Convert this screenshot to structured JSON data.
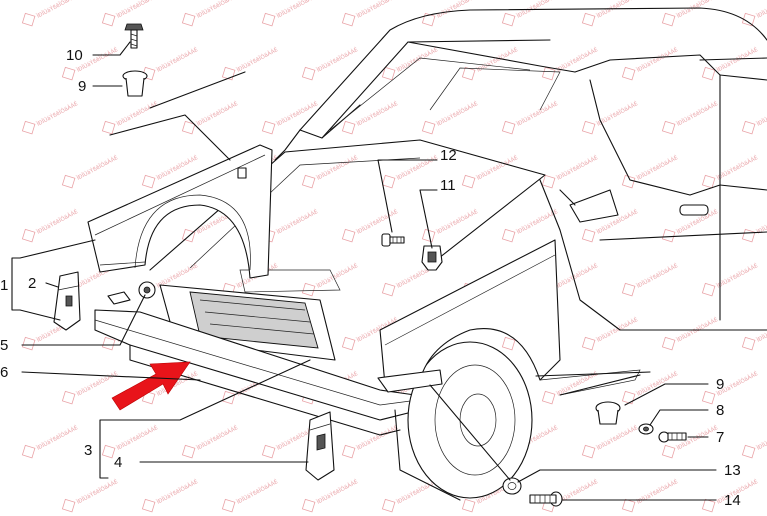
{
  "diagram": {
    "callouts": [
      {
        "id": "c10a",
        "text": "10"
      },
      {
        "id": "c9a",
        "text": "9"
      },
      {
        "id": "c12",
        "text": "12"
      },
      {
        "id": "c11",
        "text": "11"
      },
      {
        "id": "c1",
        "text": "1"
      },
      {
        "id": "c2",
        "text": "2"
      },
      {
        "id": "c5",
        "text": "5"
      },
      {
        "id": "c6",
        "text": "6"
      },
      {
        "id": "c3",
        "text": "3"
      },
      {
        "id": "c4",
        "text": "4"
      },
      {
        "id": "c9b",
        "text": "9"
      },
      {
        "id": "c8",
        "text": "8"
      },
      {
        "id": "c7",
        "text": "7"
      },
      {
        "id": "c13",
        "text": "13"
      },
      {
        "id": "c14",
        "text": "14"
      }
    ],
    "watermark_text": "ÏÐÏÚáÝßêÏÓäÁÀÉ",
    "colors": {
      "arrow": "#e8141a",
      "lines": "#111111",
      "watermark": "#e2848a"
    }
  }
}
